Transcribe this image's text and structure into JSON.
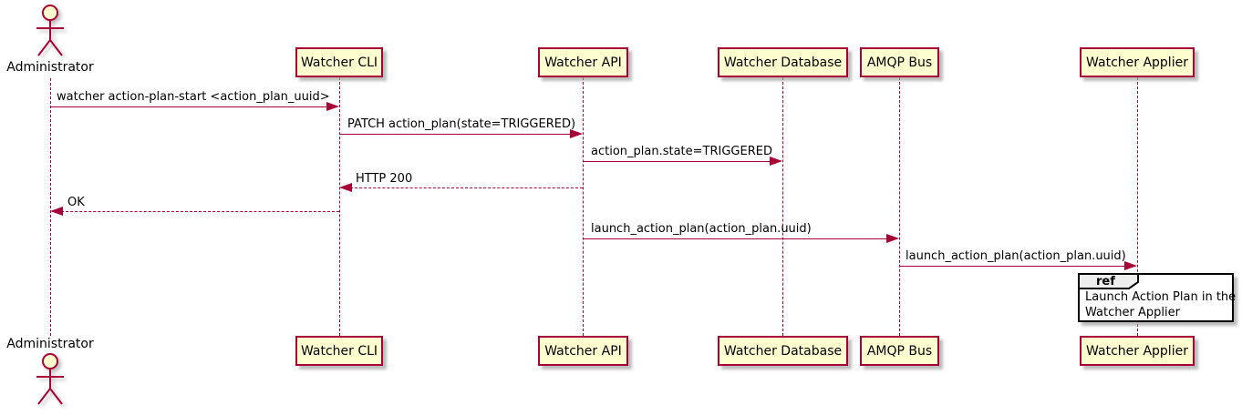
{
  "diagram": {
    "type": "plantuml-sequence",
    "background": "#FFFFFF",
    "colors": {
      "participant_fill": "#FEFECE",
      "participant_border": "#A80036",
      "lifeline": "#A80036",
      "arrow": "#A80036",
      "text": "#000000",
      "ref_fill": "#FFFFFF",
      "ref_border": "#000000",
      "ref_tab_fill": "#EEEEEE"
    },
    "actor": {
      "label": "Administrator"
    },
    "participants": [
      {
        "label": "Watcher CLI"
      },
      {
        "label": "Watcher API"
      },
      {
        "label": "Watcher Database"
      },
      {
        "label": "AMQP Bus"
      },
      {
        "label": "Watcher Applier"
      }
    ],
    "messages": [
      {
        "from": "Administrator",
        "to": "Watcher CLI",
        "style": "solid",
        "text": "watcher action-plan-start <action_plan_uuid>"
      },
      {
        "from": "Watcher CLI",
        "to": "Watcher API",
        "style": "solid",
        "text": "PATCH action_plan(state=TRIGGERED)"
      },
      {
        "from": "Watcher API",
        "to": "Watcher Database",
        "style": "solid",
        "text": "action_plan.state=TRIGGERED"
      },
      {
        "from": "Watcher API",
        "to": "Watcher CLI",
        "style": "dashed-return",
        "text": "HTTP 200"
      },
      {
        "from": "Watcher CLI",
        "to": "Administrator",
        "style": "dashed-return",
        "text": "OK"
      },
      {
        "from": "Watcher API",
        "to": "AMQP Bus",
        "style": "solid",
        "text": "launch_action_plan(action_plan.uuid)"
      },
      {
        "from": "AMQP Bus",
        "to": "Watcher Applier",
        "style": "solid",
        "text": "launch_action_plan(action_plan.uuid)"
      }
    ],
    "ref_fragment": {
      "keyword": "ref",
      "lines": [
        "Launch Action Plan in the",
        "Watcher Applier"
      ]
    }
  }
}
